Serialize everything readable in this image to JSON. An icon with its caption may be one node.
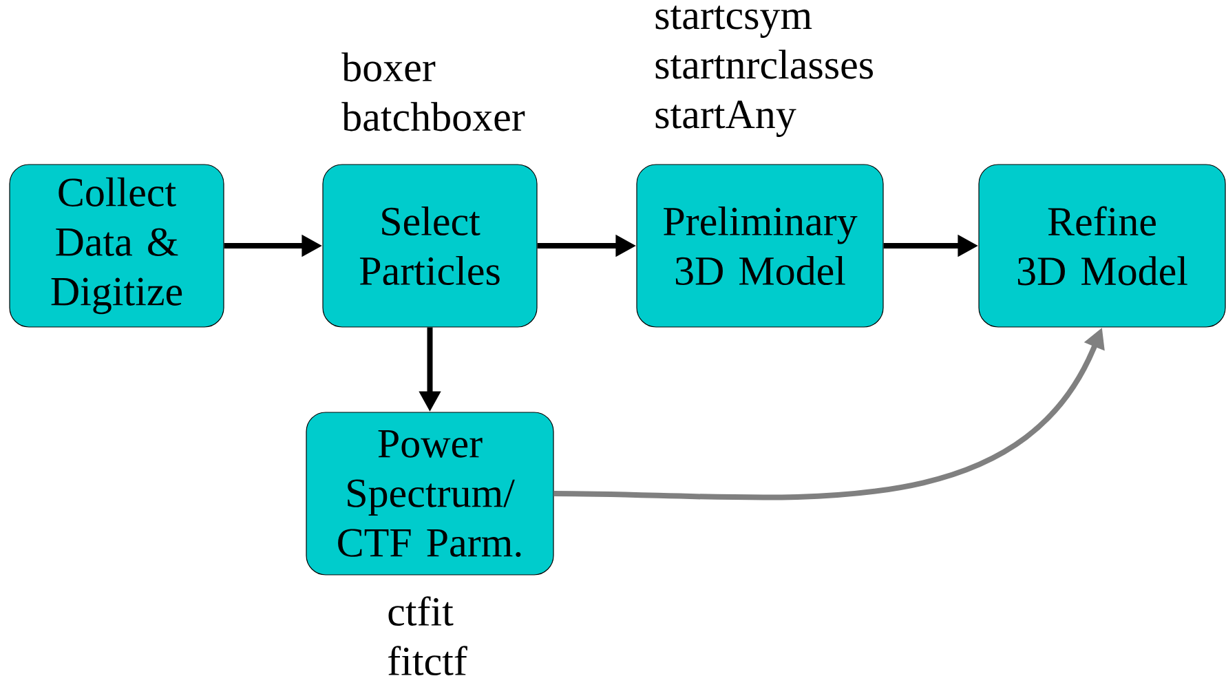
{
  "diagram": {
    "nodes": [
      {
        "text": [
          "Collect Data & Digitize"
        ]
      },
      {
        "text": [
          "Select Particles"
        ],
        "beside": [
          "boxer",
          "batchboxer"
        ]
      },
      {
        "text": [
          "Preliminary 3D Model"
        ],
        "beside": [
          "startcsym",
          "startnrclasses",
          "startAny"
        ]
      },
      {
        "text": [
          "Refine 3D Model"
        ]
      },
      {
        "text": [
          "Power Spectrum/ CTF Parm."
        ],
        "beside": [
          "ctfit",
          "fitctf"
        ]
      }
    ],
    "edges": [
      {
        "from": 0,
        "to": 1,
        "arrow": "to"
      },
      {
        "from": 1,
        "to": 2,
        "arrow": "to"
      },
      {
        "from": 2,
        "to": 3,
        "arrow": "to"
      },
      {
        "from": 1,
        "to": 4,
        "arrow": "to"
      },
      {
        "from": 4,
        "to": 3,
        "arrow": "to",
        "color": "#808080"
      }
    ]
  }
}
